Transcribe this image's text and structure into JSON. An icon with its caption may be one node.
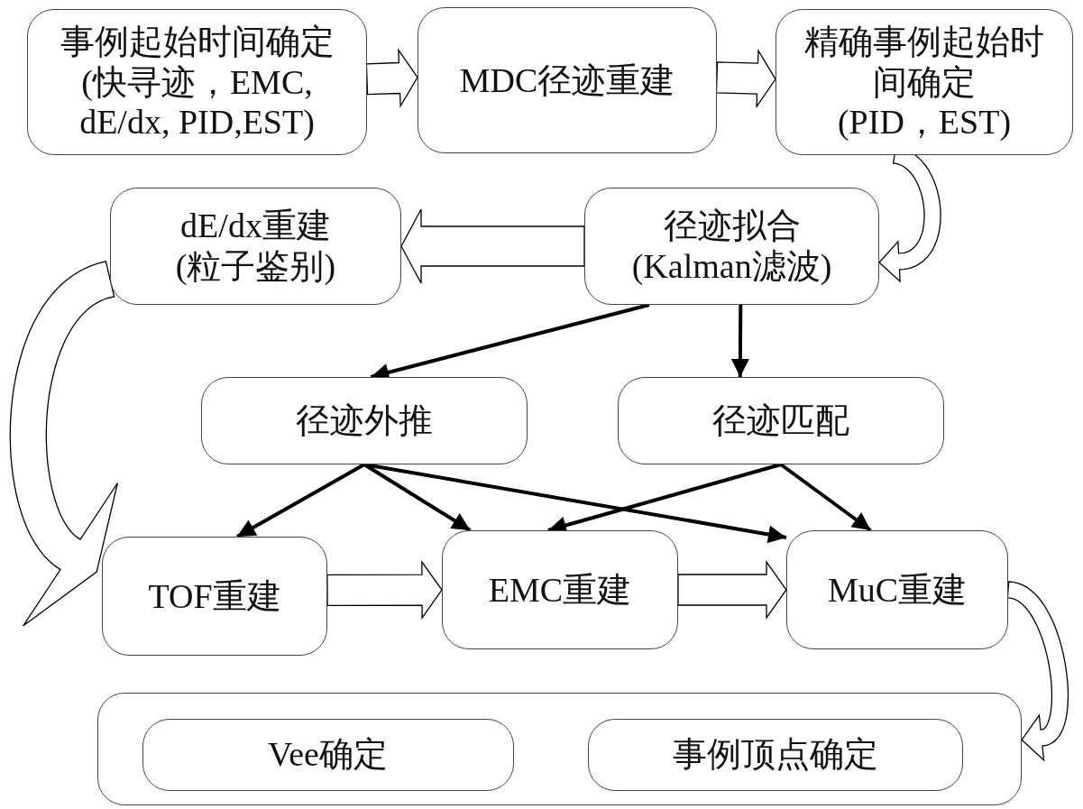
{
  "diagram": {
    "nodes": [
      {
        "text": [
          "事例起始时间确定",
          "(快寻迹，EMC, dE/dx, PID,EST)"
        ]
      },
      {
        "text": [
          "MDC径迹重建"
        ]
      },
      {
        "text": [
          "精确事例起始时间确定",
          "(PID，EST)"
        ]
      },
      {
        "text": [
          "dE/dx重建",
          "(粒子鉴别)"
        ]
      },
      {
        "text": [
          "径迹拟合",
          "(Kalman滤波)"
        ]
      },
      {
        "text": [
          "径迹外推"
        ]
      },
      {
        "text": [
          "径迹匹配"
        ]
      },
      {
        "text": [
          "TOF重建"
        ]
      },
      {
        "text": [
          "EMC重建"
        ]
      },
      {
        "text": [
          "MuC重建"
        ]
      },
      {
        "text": [],
        "shape": "box"
      },
      {
        "text": [
          "Vee确定"
        ],
        "in": 10
      },
      {
        "text": [
          "事例顶点确定"
        ],
        "in": 10
      }
    ],
    "edges": [
      {
        "from": 0,
        "to": 1,
        "arrow": "to"
      },
      {
        "from": 1,
        "to": 2,
        "arrow": "to"
      },
      {
        "from": 2,
        "to": 4,
        "arrow": "to"
      },
      {
        "from": 4,
        "to": 3,
        "arrow": "to"
      },
      {
        "from": 3,
        "to": 7,
        "arrow": "to"
      },
      {
        "from": 4,
        "to": 5,
        "arrow": "to"
      },
      {
        "from": 4,
        "to": 6,
        "arrow": "to"
      },
      {
        "from": 5,
        "to": 7,
        "arrow": "to"
      },
      {
        "from": 5,
        "to": 8,
        "arrow": "to"
      },
      {
        "from": 5,
        "to": 9,
        "arrow": "to"
      },
      {
        "from": 6,
        "to": 8,
        "arrow": "to"
      },
      {
        "from": 6,
        "to": 9,
        "arrow": "to"
      },
      {
        "from": 7,
        "to": 8,
        "arrow": "to"
      },
      {
        "from": 8,
        "to": 9,
        "arrow": "to"
      },
      {
        "from": 9,
        "to": 10,
        "arrow": "to"
      }
    ]
  }
}
